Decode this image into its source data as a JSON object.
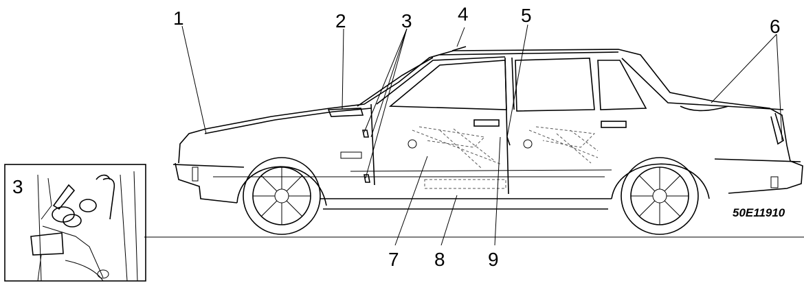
{
  "callouts": [
    {
      "id": "1",
      "label": "1"
    },
    {
      "id": "2",
      "label": "2"
    },
    {
      "id": "3",
      "label": "3"
    },
    {
      "id": "4",
      "label": "4"
    },
    {
      "id": "5",
      "label": "5"
    },
    {
      "id": "6",
      "label": "6"
    },
    {
      "id": "7",
      "label": "7"
    },
    {
      "id": "8",
      "label": "8"
    },
    {
      "id": "9",
      "label": "9"
    }
  ],
  "inset": {
    "label": "3"
  },
  "reference_code": "50E11910",
  "colors": {
    "ink": "#000000",
    "background": "#ffffff"
  }
}
